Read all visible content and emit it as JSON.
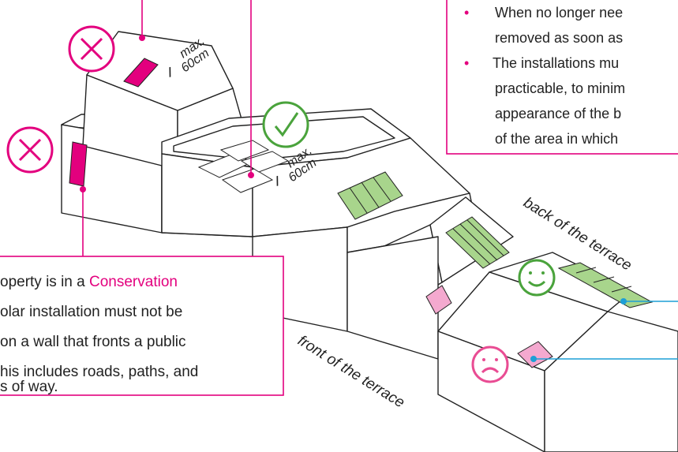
{
  "colors": {
    "magenta": "#e3007e",
    "pink_fill": "#f4a9cf",
    "green": "#4aa33c",
    "green_fill": "#a8d58c",
    "blue": "#1d9fd6",
    "line": "#222222"
  },
  "icons": {
    "cross": "cross-circle-icon",
    "tick": "tick-circle-icon",
    "smiley": "smiley-face-icon",
    "frown": "frown-face-icon"
  },
  "notes": {
    "top_right": {
      "bullet": "•",
      "line1": "When no longer nee",
      "line2": "removed as soon as",
      "line3": "The installations mu",
      "line4": "practicable, to minim",
      "line5": "appearance of the b",
      "line6": "of the area in which"
    },
    "bottom_left": {
      "line1_a": "operty is in a ",
      "line1_b": "Conservation",
      "line2": "olar installation must not be",
      "line3": "on a wall that fronts a public",
      "line4": "his includes roads, paths, and",
      "line5": "s of way."
    }
  },
  "measurements": {
    "max_label": "max.",
    "height_label": "60cm",
    "i_marker": "I"
  },
  "labels": {
    "back": "back of the terrace",
    "front": "front of the terrace"
  }
}
